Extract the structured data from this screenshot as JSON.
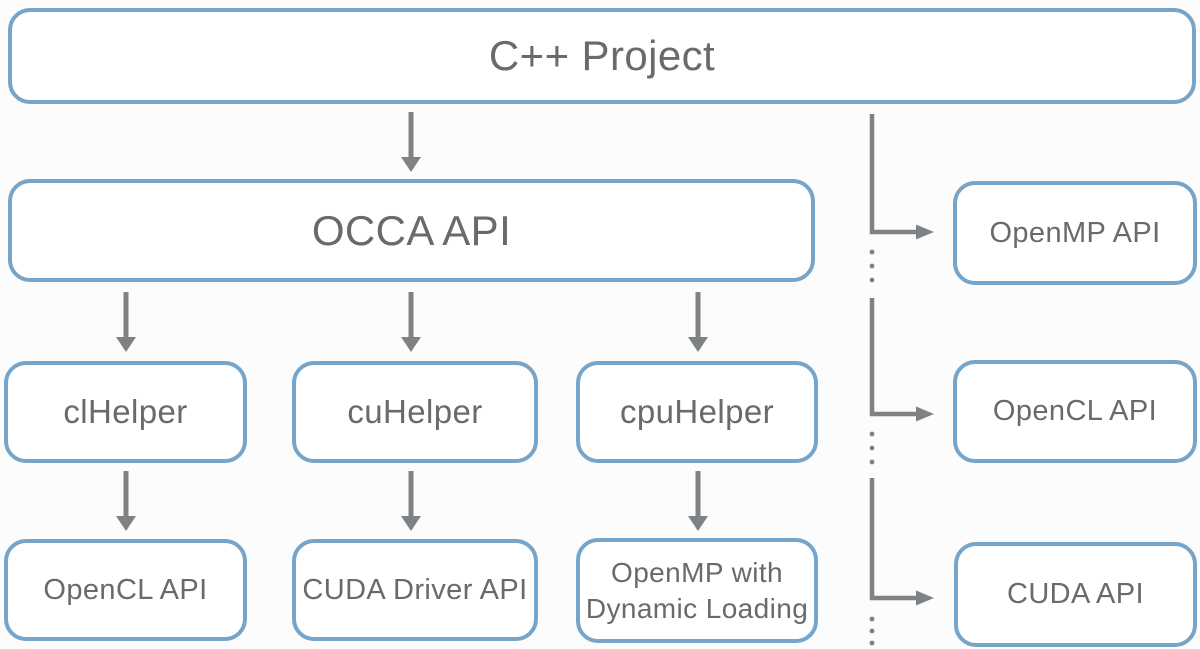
{
  "diagram": {
    "title_box": {
      "label": "C++ Project"
    },
    "occa_box": {
      "label": "OCCA API"
    },
    "helpers": [
      {
        "label": "clHelper"
      },
      {
        "label": "cuHelper"
      },
      {
        "label": "cpuHelper"
      }
    ],
    "backends": [
      {
        "label": "OpenCL API"
      },
      {
        "label": "CUDA Driver API"
      },
      {
        "lines": [
          "OpenMP with",
          "Dynamic Loading"
        ]
      }
    ],
    "native_apis": [
      {
        "label": "OpenMP API"
      },
      {
        "label": "OpenCL API"
      },
      {
        "label": "CUDA API"
      }
    ],
    "colors": {
      "box_border": "#76a5c9",
      "box_fill": "#ffffff",
      "arrow": "#7f8284",
      "text": "#6a6a6a",
      "background": "#fcfcfc"
    }
  }
}
